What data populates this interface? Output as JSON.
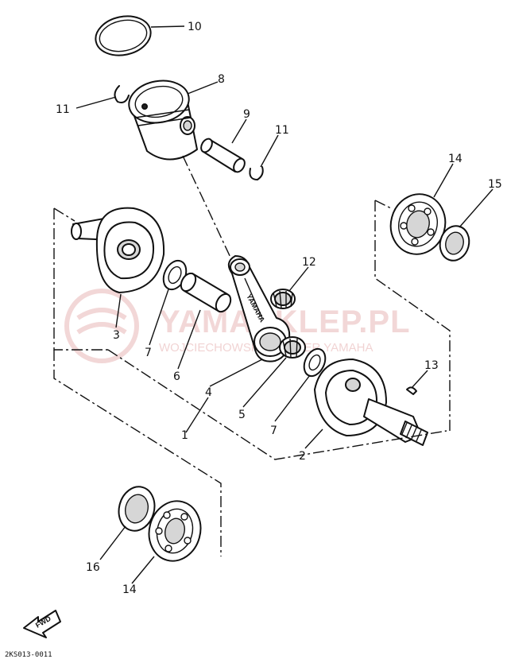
{
  "watermark": {
    "brand": "YAMASKLEP.PL",
    "subtitle": "WOJCIECHOWSKI - DEALER YAMAHA"
  },
  "rod_marking": "YAMAHA",
  "direction_marker": "FWD",
  "footer_code": "2KS013-0011",
  "callouts": [
    "10",
    "8",
    "11",
    "9",
    "11",
    "14",
    "15",
    "12",
    "3",
    "7",
    "6",
    "4",
    "5",
    "13",
    "1",
    "7",
    "2",
    "16",
    "14"
  ]
}
